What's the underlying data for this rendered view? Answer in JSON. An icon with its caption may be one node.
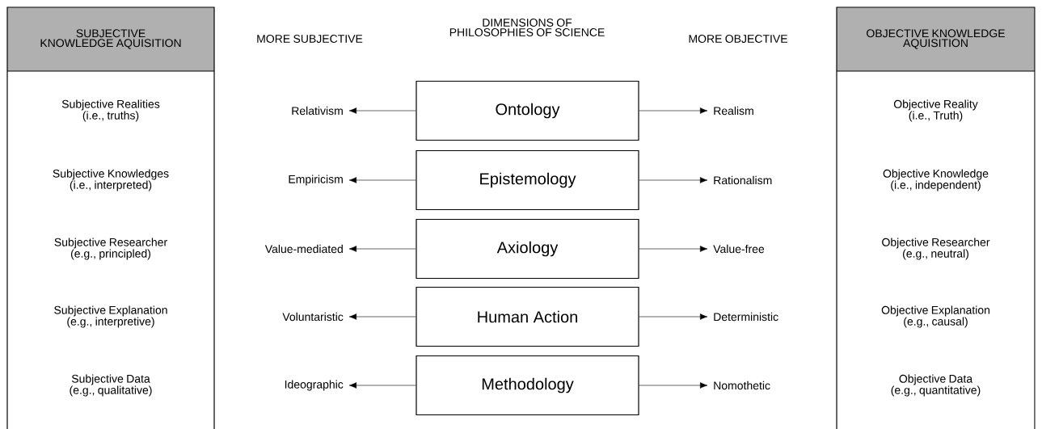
{
  "diagram": {
    "nodes": [
      {
        "text": [
          "SUBJECTIVE KNOWLEDGE AQUISITION",
          "Subjective Realities (i.e., truths)",
          "Subjective Knowledges (i.e., interpreted)",
          "Subjective Researcher (e.g., principled)",
          "Subjective Explanation (e.g., interpretive)",
          "Subjective Data (e.g., qualitative)"
        ]
      },
      {
        "text": [
          "Relativism"
        ]
      },
      {
        "text": [
          "Empiricism"
        ]
      },
      {
        "text": [
          "Value-mediated"
        ]
      },
      {
        "text": [
          "Voluntaristic"
        ]
      },
      {
        "text": [
          "Ideographic"
        ]
      },
      {
        "text": [
          "Ontology"
        ]
      },
      {
        "text": [
          "Epistemology"
        ]
      },
      {
        "text": [
          "Axiology"
        ]
      },
      {
        "text": [
          "Human Action"
        ]
      },
      {
        "text": [
          "Methodology"
        ]
      },
      {
        "text": [
          "Realism"
        ]
      },
      {
        "text": [
          "Rationalism"
        ]
      },
      {
        "text": [
          "Value-free"
        ]
      },
      {
        "text": [
          "Deterministic"
        ]
      },
      {
        "text": [
          "Nomothetic"
        ]
      },
      {
        "text": [
          "OBJECTIVE KNOWLEDGE AQUISITION",
          "Objective Reality (i.e., Truth)",
          "Objective Knowledge (i.e., independent)",
          "Objective Researcher (e.g., neutral)",
          "Objective Explanation (e.g., causal)",
          "Objective Data (e.g., quantitative)"
        ]
      }
    ],
    "edges": [
      {
        "from": 6,
        "to": 1,
        "arrow": "to"
      },
      {
        "from": 7,
        "to": 2,
        "arrow": "to"
      },
      {
        "from": 8,
        "to": 3,
        "arrow": "to"
      },
      {
        "from": 9,
        "to": 4,
        "arrow": "to"
      },
      {
        "from": 10,
        "to": 5,
        "arrow": "to"
      },
      {
        "from": 6,
        "to": 11,
        "arrow": "to"
      },
      {
        "from": 7,
        "to": 12,
        "arrow": "to"
      },
      {
        "from": 8,
        "to": 13,
        "arrow": "to"
      },
      {
        "from": 9,
        "to": 14,
        "arrow": "to"
      },
      {
        "from": 10,
        "to": 15,
        "arrow": "to"
      }
    ],
    "labels": [
      "MORE SUBJECTIVE",
      "DIMENSIONS OF PHILOSOPHIES OF SCIENCE",
      "MORE OBJECTIVE"
    ]
  }
}
